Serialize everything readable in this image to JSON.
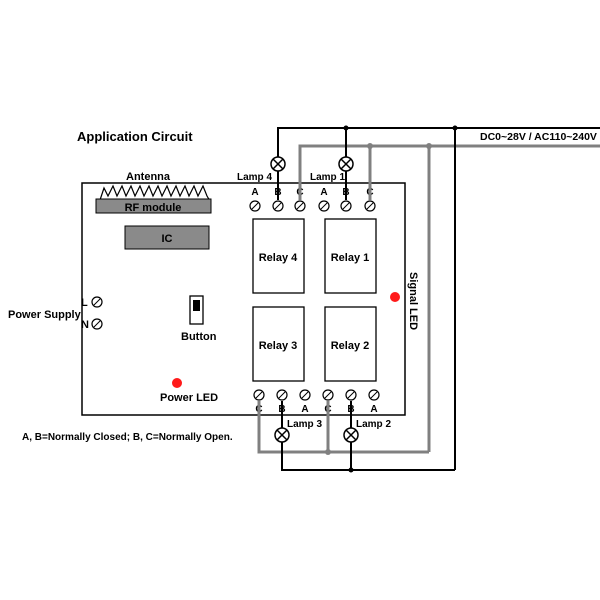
{
  "title": "Application Circuit",
  "supply_label": "DC0~28V / AC110~240V",
  "antenna_label": "Antenna",
  "rf_module_label": "RF module",
  "ic_label": "IC",
  "power_supply_label": "Power Supply",
  "terminal_l": "L",
  "terminal_n": "N",
  "button_label": "Button",
  "power_led_label": "Power LED",
  "signal_led_label": "Signal LED",
  "note": "A, B=Normally Closed; B, C=Normally Open.",
  "relays": {
    "r1": "Relay 1",
    "r2": "Relay 2",
    "r3": "Relay 3",
    "r4": "Relay 4"
  },
  "lamps": {
    "l1": "Lamp 1",
    "l2": "Lamp 2",
    "l3": "Lamp 3",
    "l4": "Lamp 4"
  },
  "top_terminals": [
    "A",
    "B",
    "C",
    "A",
    "B",
    "C"
  ],
  "bottom_terminals": [
    "C",
    "B",
    "A",
    "C",
    "B",
    "A"
  ],
  "colors": {
    "line": "#000000",
    "wire_gray": "#808080",
    "box_gray": "#808080",
    "led_red": "#ff1a1a"
  }
}
